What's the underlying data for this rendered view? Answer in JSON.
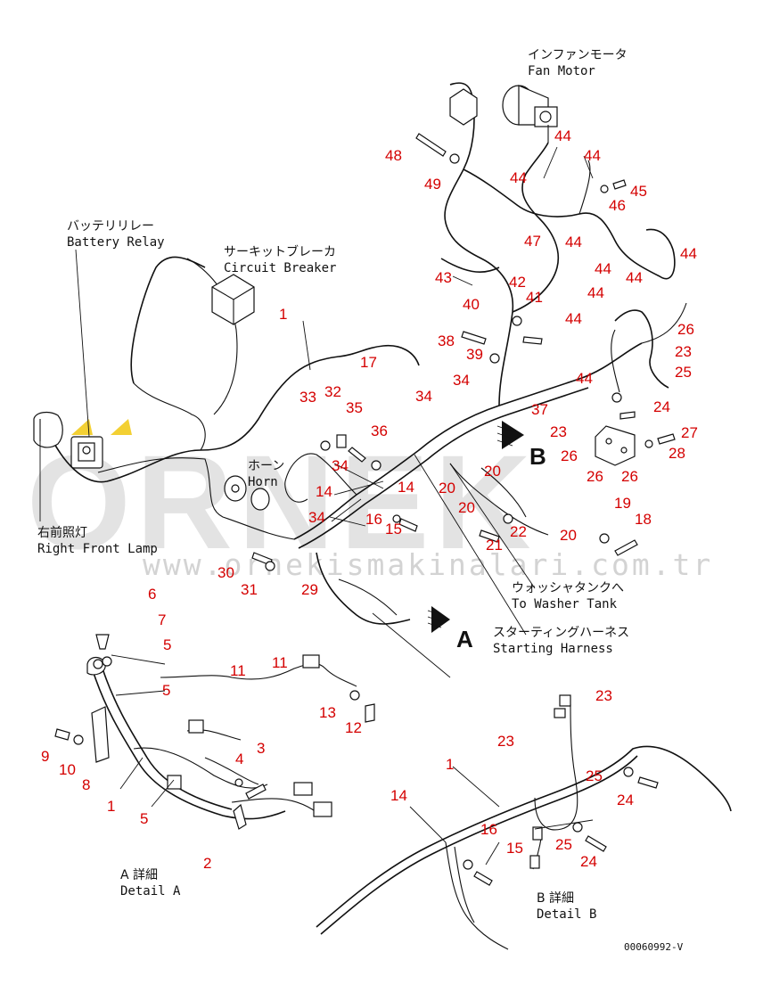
{
  "labels": {
    "fan_motor_jp": "インファンモータ",
    "fan_motor_en": "Fan Motor",
    "battery_relay_jp": "バッテリリレー",
    "battery_relay_en": "Battery Relay",
    "circuit_breaker_jp": "サーキットブレーカ",
    "circuit_breaker_en": "Circuit Breaker",
    "horn_jp": "ホーン",
    "horn_en": "Horn",
    "right_front_lamp_jp": "右前照灯",
    "right_front_lamp_en": "Right Front Lamp",
    "washer_tank_jp": "ウォッシャタンクへ",
    "washer_tank_en": "To Washer Tank",
    "starting_harness_jp": "スターティングハーネス",
    "starting_harness_en": "Starting Harness",
    "detail_a_jp": "A 詳細",
    "detail_a_en": "Detail A",
    "detail_b_jp": "B 詳細",
    "detail_b_en": "Detail B",
    "view_a": "A",
    "view_b": "B",
    "drawing_code": "00060992-V"
  },
  "watermark": {
    "brand": "ORNEK",
    "url": "www.ornekismakinalari.com.tr"
  },
  "colors": {
    "part_number": "#d40000",
    "line": "#111111",
    "watermark": "#cccccc",
    "watermark_accent": "#f0c400"
  },
  "part_numbers": [
    "48",
    "49",
    "44",
    "44",
    "44",
    "45",
    "46",
    "47",
    "43",
    "44",
    "44",
    "44",
    "44",
    "42",
    "41",
    "40",
    "38",
    "39",
    "44",
    "26",
    "23",
    "25",
    "24",
    "34",
    "34",
    "17",
    "33",
    "32",
    "35",
    "36",
    "1",
    "37",
    "23",
    "26",
    "26",
    "26",
    "28",
    "27",
    "34",
    "14",
    "14",
    "34",
    "16",
    "15",
    "20",
    "20",
    "20",
    "22",
    "21",
    "20",
    "19",
    "18",
    "30",
    "31",
    "29",
    "6",
    "7",
    "5",
    "5",
    "11",
    "11",
    "13",
    "12",
    "9",
    "10",
    "8",
    "1",
    "5",
    "4",
    "3",
    "2",
    "23",
    "23",
    "25",
    "24",
    "1",
    "14",
    "16",
    "15",
    "25",
    "24"
  ]
}
